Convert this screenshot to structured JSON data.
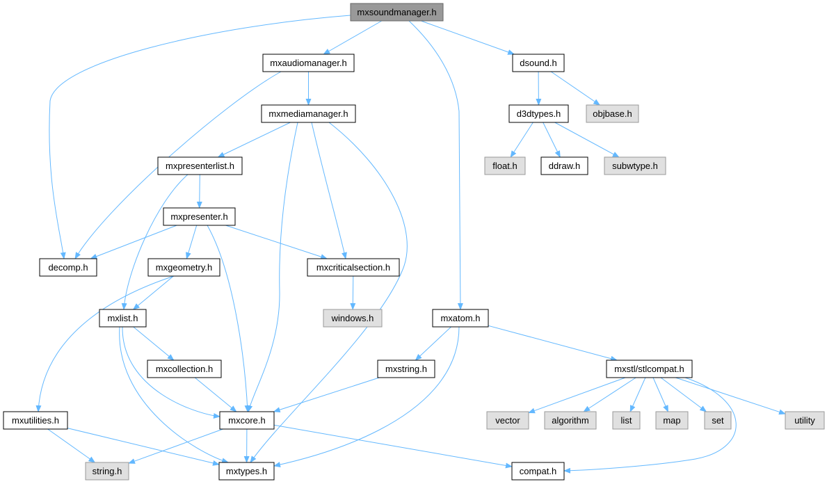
{
  "colors": {
    "edge": "#63b8ff",
    "node_border": "#000000",
    "node_fill": "#ffffff",
    "system_fill": "#e0e0e0",
    "system_border": "#999999",
    "root_fill": "#999999",
    "root_border": "#666666"
  },
  "nodes": [
    {
      "id": "mxsoundmanager",
      "label": "mxsoundmanager.h",
      "kind": "root"
    },
    {
      "id": "mxaudiomanager",
      "label": "mxaudiomanager.h",
      "kind": "header"
    },
    {
      "id": "dsound",
      "label": "dsound.h",
      "kind": "header"
    },
    {
      "id": "mxmediamanager",
      "label": "mxmediamanager.h",
      "kind": "header"
    },
    {
      "id": "d3dtypes",
      "label": "d3dtypes.h",
      "kind": "header"
    },
    {
      "id": "objbase",
      "label": "objbase.h",
      "kind": "system"
    },
    {
      "id": "mxpresenterlist",
      "label": "mxpresenterlist.h",
      "kind": "header"
    },
    {
      "id": "float",
      "label": "float.h",
      "kind": "system"
    },
    {
      "id": "ddraw",
      "label": "ddraw.h",
      "kind": "header"
    },
    {
      "id": "subwtype",
      "label": "subwtype.h",
      "kind": "system"
    },
    {
      "id": "mxpresenter",
      "label": "mxpresenter.h",
      "kind": "header"
    },
    {
      "id": "decomp",
      "label": "decomp.h",
      "kind": "header"
    },
    {
      "id": "mxgeometry",
      "label": "mxgeometry.h",
      "kind": "header"
    },
    {
      "id": "mxcriticalsection",
      "label": "mxcriticalsection.h",
      "kind": "header"
    },
    {
      "id": "mxlist",
      "label": "mxlist.h",
      "kind": "header"
    },
    {
      "id": "windows",
      "label": "windows.h",
      "kind": "system"
    },
    {
      "id": "mxatom",
      "label": "mxatom.h",
      "kind": "header"
    },
    {
      "id": "mxcollection",
      "label": "mxcollection.h",
      "kind": "header"
    },
    {
      "id": "mxstring",
      "label": "mxstring.h",
      "kind": "header"
    },
    {
      "id": "mxstlcompat",
      "label": "mxstl/stlcompat.h",
      "kind": "header"
    },
    {
      "id": "mxutilities",
      "label": "mxutilities.h",
      "kind": "header"
    },
    {
      "id": "mxcore",
      "label": "mxcore.h",
      "kind": "header"
    },
    {
      "id": "vector",
      "label": "vector",
      "kind": "system"
    },
    {
      "id": "algorithm",
      "label": "algorithm",
      "kind": "system"
    },
    {
      "id": "list",
      "label": "list",
      "kind": "system"
    },
    {
      "id": "map",
      "label": "map",
      "kind": "system"
    },
    {
      "id": "set",
      "label": "set",
      "kind": "system"
    },
    {
      "id": "utility",
      "label": "utility",
      "kind": "system"
    },
    {
      "id": "string",
      "label": "string.h",
      "kind": "system"
    },
    {
      "id": "mxtypes",
      "label": "mxtypes.h",
      "kind": "header"
    },
    {
      "id": "compat",
      "label": "compat.h",
      "kind": "header"
    }
  ],
  "edges": [
    {
      "from": "mxsoundmanager",
      "to": "decomp"
    },
    {
      "from": "mxsoundmanager",
      "to": "mxaudiomanager"
    },
    {
      "from": "mxsoundmanager",
      "to": "mxatom"
    },
    {
      "from": "mxsoundmanager",
      "to": "dsound"
    },
    {
      "from": "mxaudiomanager",
      "to": "decomp"
    },
    {
      "from": "mxaudiomanager",
      "to": "mxmediamanager"
    },
    {
      "from": "dsound",
      "to": "d3dtypes"
    },
    {
      "from": "dsound",
      "to": "objbase"
    },
    {
      "from": "d3dtypes",
      "to": "float"
    },
    {
      "from": "d3dtypes",
      "to": "ddraw"
    },
    {
      "from": "d3dtypes",
      "to": "subwtype"
    },
    {
      "from": "mxmediamanager",
      "to": "mxpresenterlist"
    },
    {
      "from": "mxmediamanager",
      "to": "mxcore"
    },
    {
      "from": "mxmediamanager",
      "to": "mxcriticalsection"
    },
    {
      "from": "mxmediamanager",
      "to": "mxtypes"
    },
    {
      "from": "mxpresenterlist",
      "to": "mxpresenter"
    },
    {
      "from": "mxpresenterlist",
      "to": "mxlist"
    },
    {
      "from": "mxpresenter",
      "to": "decomp"
    },
    {
      "from": "mxpresenter",
      "to": "mxgeometry"
    },
    {
      "from": "mxpresenter",
      "to": "mxcriticalsection"
    },
    {
      "from": "mxpresenter",
      "to": "mxcore"
    },
    {
      "from": "mxgeometry",
      "to": "mxlist"
    },
    {
      "from": "mxgeometry",
      "to": "mxutilities"
    },
    {
      "from": "mxcriticalsection",
      "to": "windows"
    },
    {
      "from": "mxlist",
      "to": "mxcollection"
    },
    {
      "from": "mxlist",
      "to": "mxcore"
    },
    {
      "from": "mxlist",
      "to": "mxtypes"
    },
    {
      "from": "mxcollection",
      "to": "mxcore"
    },
    {
      "from": "mxatom",
      "to": "mxstring"
    },
    {
      "from": "mxatom",
      "to": "mxstlcompat"
    },
    {
      "from": "mxatom",
      "to": "mxtypes"
    },
    {
      "from": "mxstring",
      "to": "mxcore"
    },
    {
      "from": "mxstlcompat",
      "to": "vector"
    },
    {
      "from": "mxstlcompat",
      "to": "algorithm"
    },
    {
      "from": "mxstlcompat",
      "to": "list"
    },
    {
      "from": "mxstlcompat",
      "to": "map"
    },
    {
      "from": "mxstlcompat",
      "to": "set"
    },
    {
      "from": "mxstlcompat",
      "to": "utility"
    },
    {
      "from": "mxstlcompat",
      "to": "compat"
    },
    {
      "from": "mxutilities",
      "to": "string"
    },
    {
      "from": "mxutilities",
      "to": "mxtypes"
    },
    {
      "from": "mxcore",
      "to": "string"
    },
    {
      "from": "mxcore",
      "to": "mxtypes"
    },
    {
      "from": "mxcore",
      "to": "compat"
    }
  ]
}
